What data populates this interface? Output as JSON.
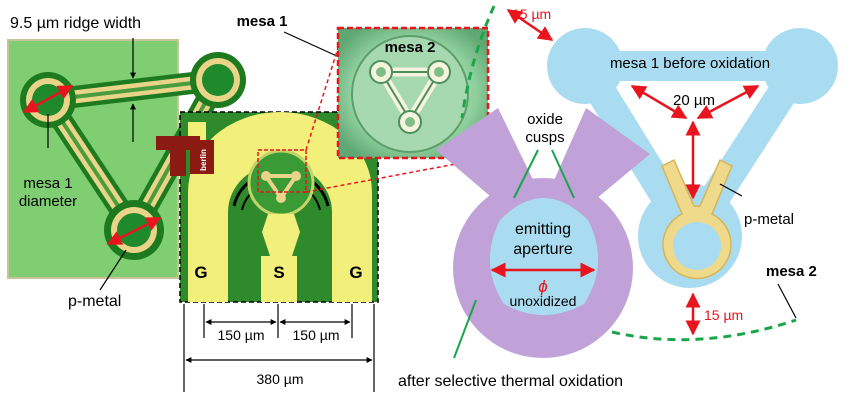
{
  "left_panel": {
    "ridge_width_label": "9.5 µm ridge width",
    "mesa1_diameter_label": [
      "mesa 1",
      "diameter"
    ],
    "pmetal_label": "p-metal"
  },
  "center_panel": {
    "mesa1_label": "mesa 1",
    "pads": [
      "G",
      "S",
      "G"
    ],
    "dim_150_left": "150 µm",
    "dim_150_right": "150 µm",
    "dim_380": "380 µm",
    "logo_text": "berlin",
    "inset_label": "mesa 2"
  },
  "right_panel": {
    "dim_top": "15 µm",
    "mesa1_before": "mesa 1 before oxidation",
    "dim_20": "20 µm",
    "oxide_cusps": [
      "oxide",
      "cusps"
    ],
    "emitting_aperture": [
      "emitting",
      "aperture"
    ],
    "phi": "ϕ",
    "unoxidized": "unoxidized",
    "pmetal_label": "p-metal",
    "mesa2_label": "mesa 2",
    "dim_bottom": "15 µm",
    "after_oxidation": "after selective thermal oxidation"
  },
  "colors": {
    "annotation_red": "#e8141e",
    "dash_green": "#19a64a",
    "mesa_blue": "#a9dcf0",
    "oxide_purple": "#c0a2d8",
    "pmetal_gold": "#efd98a",
    "pcb_green": "#2e8a2a",
    "pad_yellow": "#f2f07a"
  }
}
